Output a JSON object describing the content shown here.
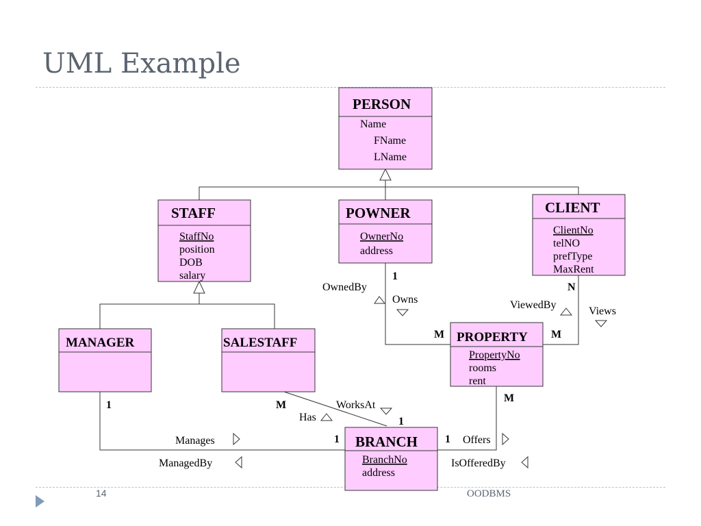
{
  "slide": {
    "title": "UML Example",
    "page_number": "14",
    "footer": "OODBMS"
  },
  "classes": {
    "person": {
      "name": "PERSON",
      "attrs": [
        "Name",
        "FName",
        "LName"
      ]
    },
    "staff": {
      "name": "STAFF",
      "attrs": [
        "StaffNo",
        "position",
        "DOB",
        "salary"
      ]
    },
    "powner": {
      "name": "POWNER",
      "attrs": [
        "OwnerNo",
        "address"
      ]
    },
    "client": {
      "name": "CLIENT",
      "attrs": [
        "ClientNo",
        "telNO",
        "prefType",
        "MaxRent"
      ]
    },
    "manager": {
      "name": "MANAGER",
      "attrs": []
    },
    "salestaff": {
      "name": "SALESTAFF",
      "attrs": []
    },
    "property": {
      "name": "PROPERTY",
      "attrs": [
        "PropertyNo",
        "rooms",
        "rent"
      ]
    },
    "branch": {
      "name": "BRANCH",
      "attrs": [
        "BranchNo",
        "address"
      ]
    }
  },
  "associations": {
    "owned_by": "OwnedBy",
    "owns": "Owns",
    "viewed_by": "ViewedBy",
    "views": "Views",
    "works_at": "WorksAt",
    "has": "Has",
    "manages": "Manages",
    "managed_by": "ManagedBy",
    "offers": "Offers",
    "is_offered_by": "IsOfferedBy"
  },
  "multiplicities": {
    "powner_1": "1",
    "client_n": "N",
    "property_m_left": "M",
    "property_m_right": "M",
    "property_m_bottom": "M",
    "manager_1": "1",
    "salestaff_m": "M",
    "branch_1_top": "1",
    "branch_1_left": "1",
    "branch_1_right": "1"
  },
  "colors": {
    "class_fill": "#ffccff",
    "title_text": "#5b6470",
    "bullet": "#7f9bb8"
  }
}
